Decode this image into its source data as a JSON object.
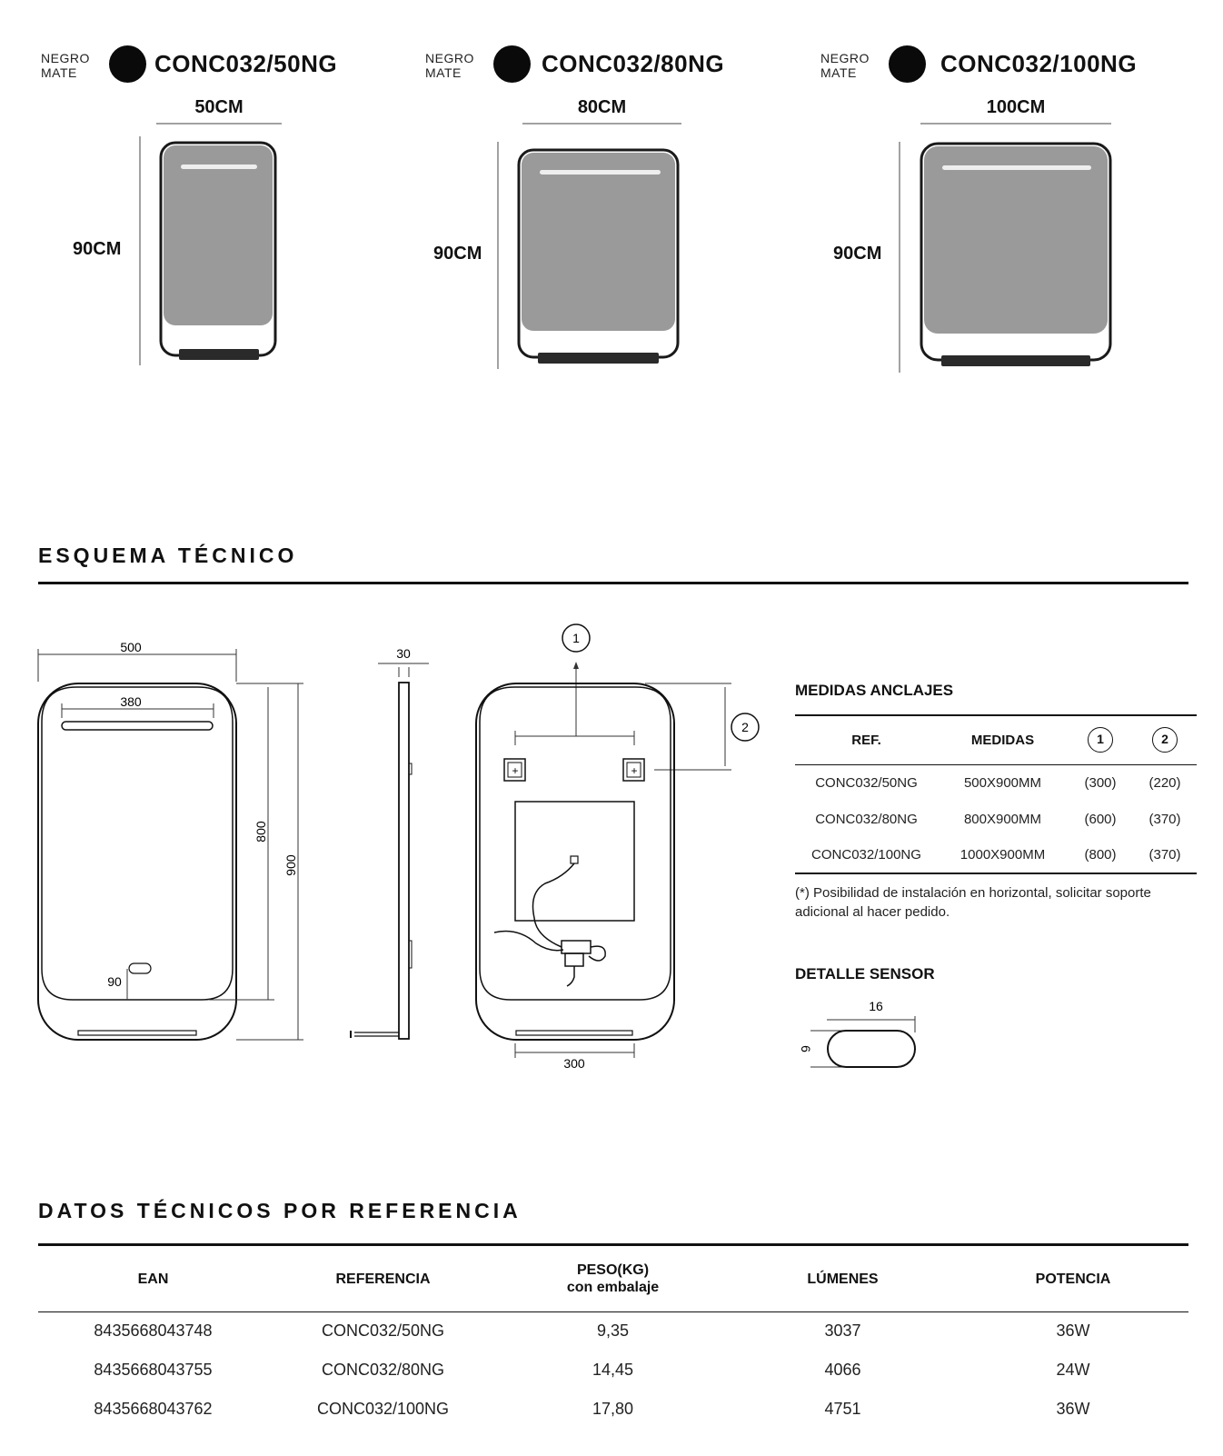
{
  "variants": [
    {
      "finish_line1": "NEGRO",
      "finish_line2": "MATE",
      "reference": "CONC032/50NG",
      "width_label": "50CM",
      "height_label": "90CM"
    },
    {
      "finish_line1": "NEGRO",
      "finish_line2": "MATE",
      "reference": "CONC032/80NG",
      "width_label": "80CM",
      "height_label": "90CM"
    },
    {
      "finish_line1": "NEGRO",
      "finish_line2": "MATE",
      "reference": "CONC032/100NG",
      "width_label": "100CM",
      "height_label": "90CM"
    }
  ],
  "colors": {
    "finish_swatch": "#0a0a0a",
    "mirror_glass": "#9a9a9a",
    "frame": "#1a1a1a"
  },
  "esquema": {
    "title": "ESQUEMA TÉCNICO",
    "front": {
      "width": "500",
      "led_width": "380",
      "inner_height": "800",
      "total_height": "900",
      "sensor_offset": "90"
    },
    "side": {
      "depth": "30"
    },
    "back": {
      "marker1": "1",
      "marker2": "2",
      "bracket_spacing": "300"
    }
  },
  "anclajes": {
    "title": "MEDIDAS ANCLAJES",
    "headers": [
      "REF.",
      "MEDIDAS",
      "1",
      "2"
    ],
    "rows": [
      [
        "CONC032/50NG",
        "500X900MM",
        "(300)",
        "(220)"
      ],
      [
        "CONC032/80NG",
        "800X900MM",
        "(600)",
        "(370)"
      ],
      [
        "CONC032/100NG",
        "1000X900MM",
        "(800)",
        "(370)"
      ]
    ],
    "note": "(*) Posibilidad de instalación en horizontal, solicitar soporte adicional al hacer pedido."
  },
  "sensor": {
    "title": "DETALLE SENSOR",
    "width": "16",
    "height": "6"
  },
  "datos": {
    "title": "DATOS TÉCNICOS POR REFERENCIA",
    "headers": {
      "ean": "EAN",
      "referencia": "REFERENCIA",
      "peso": "PESO(KG)",
      "peso_sub": "con embalaje",
      "lumenes": "LÚMENES",
      "potencia": "POTENCIA"
    },
    "rows": [
      {
        "ean": "8435668043748",
        "referencia": "CONC032/50NG",
        "peso": "9,35",
        "lumenes": "3037",
        "potencia": "36W"
      },
      {
        "ean": "8435668043755",
        "referencia": "CONC032/80NG",
        "peso": "14,45",
        "lumenes": "4066",
        "potencia": "24W"
      },
      {
        "ean": "8435668043762",
        "referencia": "CONC032/100NG",
        "peso": "17,80",
        "lumenes": "4751",
        "potencia": "36W"
      }
    ]
  }
}
